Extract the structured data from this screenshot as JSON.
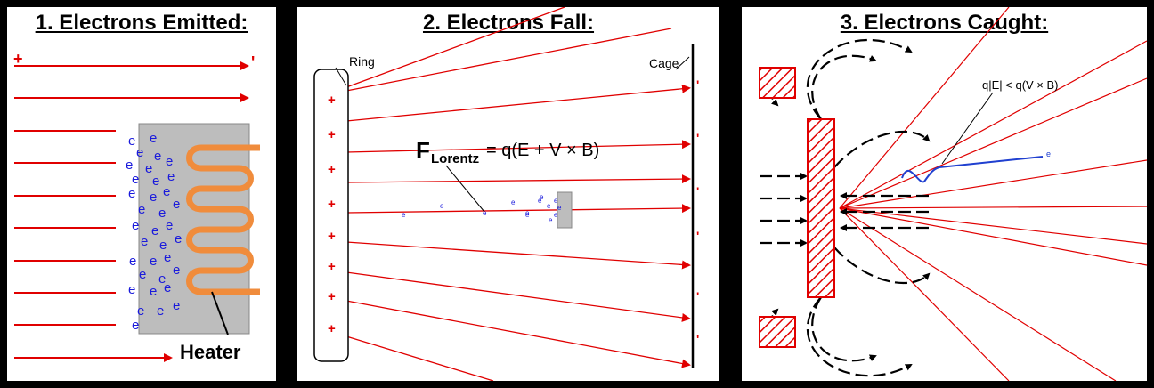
{
  "panels": [
    {
      "title": "1. Electrons Emitted:",
      "heater_label": "Heater",
      "plus": "+",
      "minus": "'",
      "electron": "e"
    },
    {
      "title": "2. Electrons Fall:",
      "ring_label": "Ring",
      "cage_label": "Cage",
      "plus": "+",
      "minus": "'",
      "electron": "e",
      "formula": {
        "F": "F",
        "sub": "Lorentz",
        "rhs": "= q(E + V × B)"
      }
    },
    {
      "title": "3. Electrons Caught:",
      "electron": "e",
      "formula": "q|E| < q(V × B)"
    }
  ],
  "colors": {
    "field": "#e00000",
    "electron": "#1a1adc",
    "heater": "#f08c3c",
    "heater_box": "#bdbdbd",
    "trajectory": "#2040d0"
  }
}
